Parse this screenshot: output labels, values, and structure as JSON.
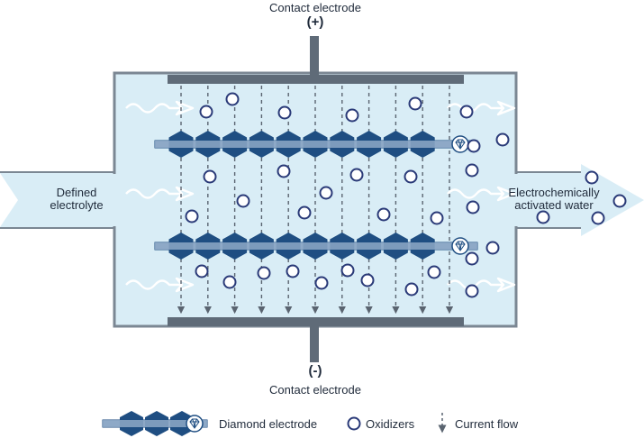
{
  "labels": {
    "top_electrode": "Contact electrode",
    "top_sign": "(+)",
    "bottom_sign": "(-)",
    "bottom_electrode": "Contact electrode",
    "inlet_line1": "Defined",
    "inlet_line2": "electrolyte",
    "outlet_line1": "Electrochemically",
    "outlet_line2": "activated water"
  },
  "legend": {
    "diamond_electrode": "Diamond electrode",
    "oxidizers": "Oxidizers",
    "current_flow": "Current flow"
  },
  "colors": {
    "cell_fill": "#d9edf6",
    "cell_stroke": "#7b8793",
    "electrode_plate": "#5f6b78",
    "diamond_blue": "#1f4e82",
    "rod": "#8ea9c7",
    "oxidizer_stroke": "#2a3a78",
    "flow_arrow": "#ffffff",
    "current_arrow": "#5a6470"
  },
  "icons": {
    "diamond": "diamond-icon",
    "oxidizer": "oxidizer-circle-icon",
    "current": "down-arrow-icon",
    "flow": "flow-arrow-icon"
  }
}
